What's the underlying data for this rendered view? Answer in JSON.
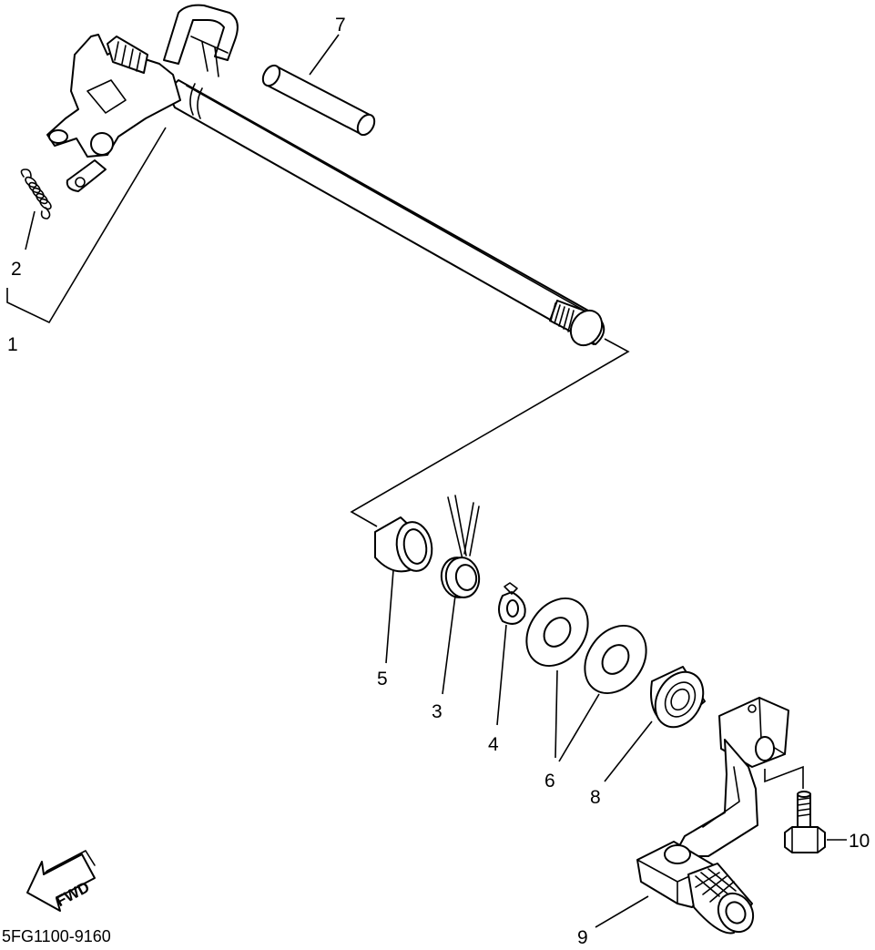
{
  "diagram": {
    "callouts": [
      {
        "id": "1",
        "label": "1"
      },
      {
        "id": "2",
        "label": "2"
      },
      {
        "id": "3",
        "label": "3"
      },
      {
        "id": "4",
        "label": "4"
      },
      {
        "id": "5",
        "label": "5"
      },
      {
        "id": "6",
        "label": "6"
      },
      {
        "id": "7",
        "label": "7"
      },
      {
        "id": "8",
        "label": "8"
      },
      {
        "id": "9",
        "label": "9"
      },
      {
        "id": "10",
        "label": "10"
      }
    ],
    "direction_badge": "FWD",
    "drawing_code": "5FG1100-9160"
  }
}
